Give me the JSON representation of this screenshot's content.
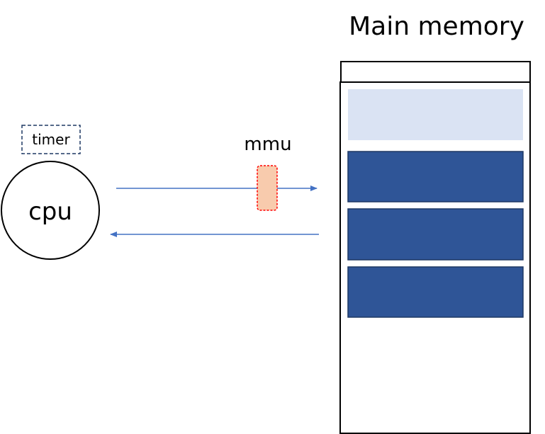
{
  "diagram": {
    "title": "Main memory",
    "cpu_label": "cpu",
    "timer_label": "timer",
    "mmu_label": "mmu",
    "colors": {
      "outline": "#000000",
      "arrow": "#4472C4",
      "timer_border": "#1F3864",
      "mmu_fill": "#F8CBAD",
      "mmu_border": "#FF0000",
      "free_block": "#DAE3F3",
      "used_block": "#2F5597",
      "used_block_border": "#1F3864"
    }
  }
}
